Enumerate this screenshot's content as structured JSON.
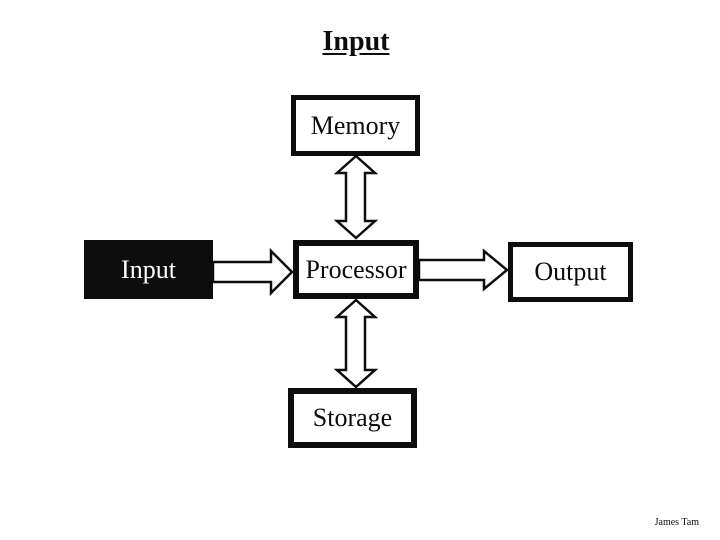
{
  "title": "Input",
  "footer": {
    "author": "James Tam"
  },
  "colors": {
    "background": "#ffffff",
    "box_border": "#0d0d0d",
    "box_fill": "#ffffff",
    "input_node_fill": "#0d0d0d",
    "input_node_text": "#ffffff",
    "arrow_fill": "#ffffff",
    "arrow_stroke": "#0d0d0d",
    "text": "#0d0d0d"
  },
  "diagram": {
    "nodes": [
      {
        "id": "memory",
        "label": "Memory",
        "style": "outlined"
      },
      {
        "id": "input",
        "label": "Input",
        "style": "filled-black"
      },
      {
        "id": "processor",
        "label": "Processor",
        "style": "outlined"
      },
      {
        "id": "output",
        "label": "Output",
        "style": "outlined"
      },
      {
        "id": "storage",
        "label": "Storage",
        "style": "outlined"
      }
    ],
    "connections": [
      {
        "from": "memory",
        "to": "processor",
        "direction": "bidirectional"
      },
      {
        "from": "input",
        "to": "processor",
        "direction": "one-way"
      },
      {
        "from": "processor",
        "to": "output",
        "direction": "one-way"
      },
      {
        "from": "processor",
        "to": "storage",
        "direction": "bidirectional"
      }
    ]
  }
}
